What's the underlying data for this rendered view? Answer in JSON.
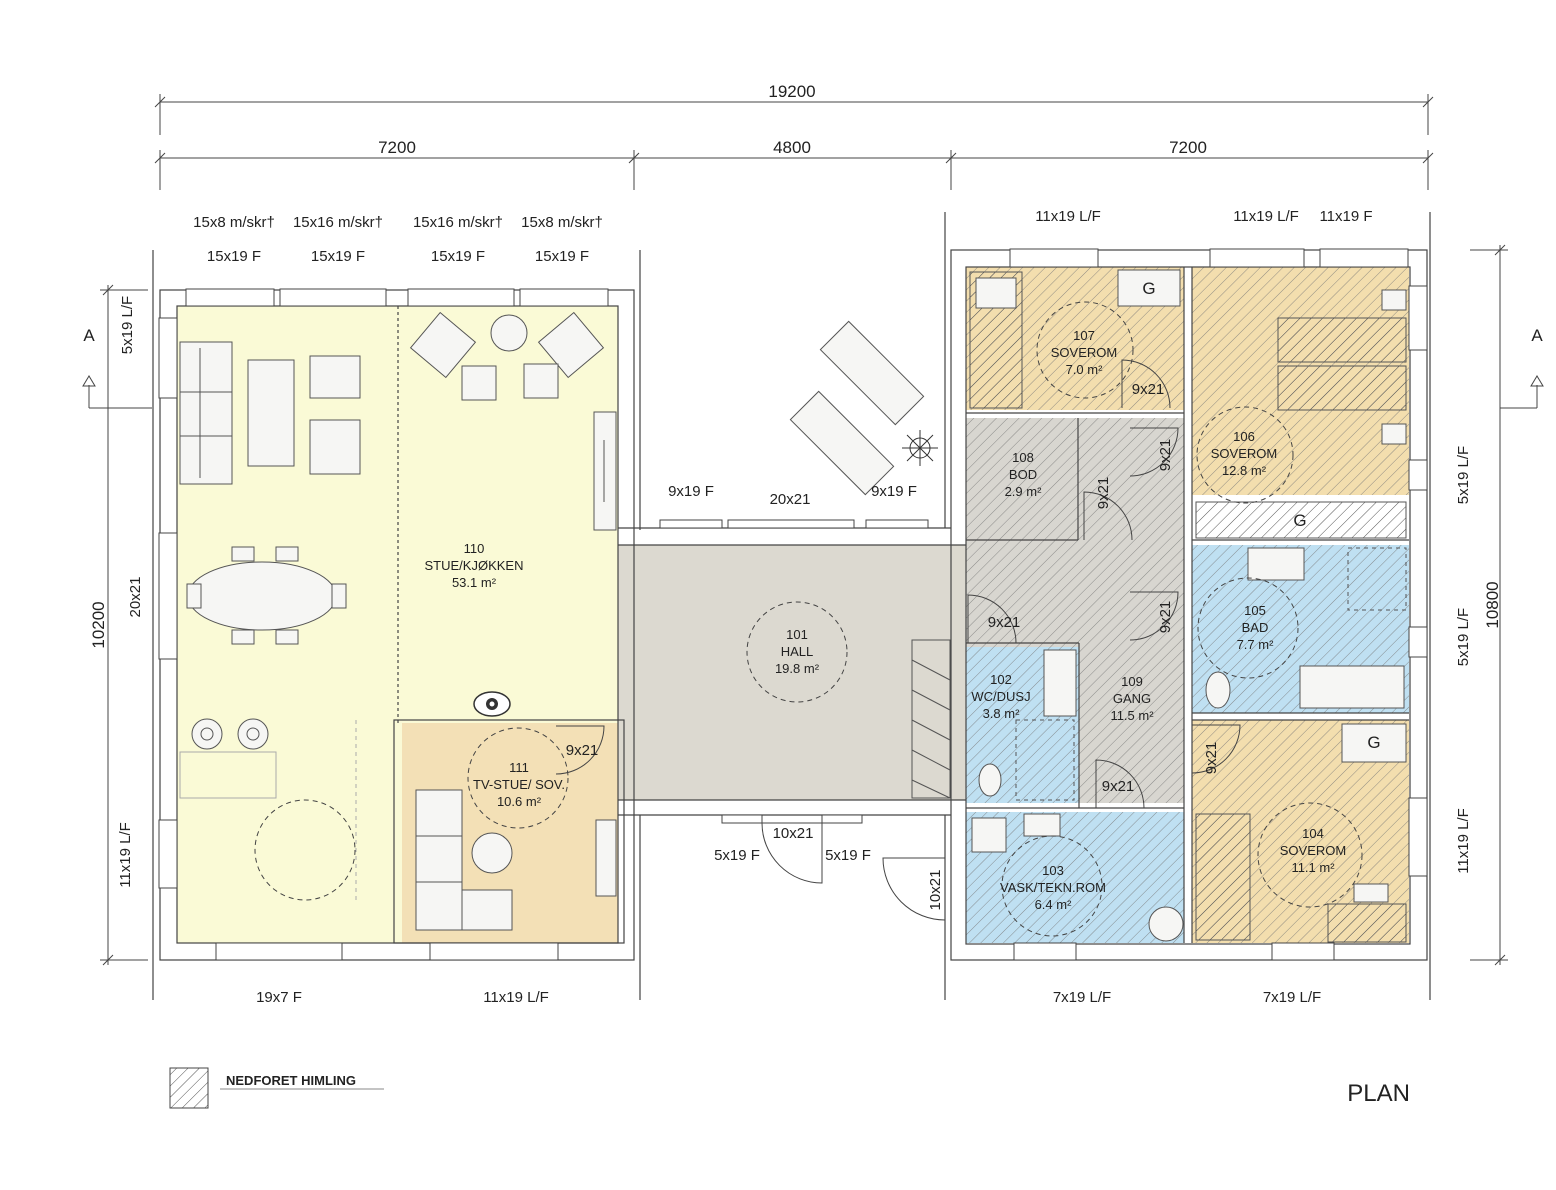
{
  "dimensions": {
    "total_width": "19200",
    "left_width": "7200",
    "middle_width": "4800",
    "right_width": "7200",
    "left_height": "10200",
    "right_height": "10800"
  },
  "section": {
    "left": "A",
    "right": "A"
  },
  "windows_top": {
    "skr_1": "15x8 m/skr†",
    "skr_2": "15x16 m/skr†",
    "skr_3": "15x16 m/skr†",
    "skr_4": "15x8 m/skr†",
    "f_1": "15x19 F",
    "f_2": "15x19 F",
    "f_3": "15x19 F",
    "f_4": "15x19 F",
    "r_1": "11x19 L/F",
    "r_2": "11x19 L/F",
    "r_3": "11x19 F"
  },
  "windows_side": {
    "left_top": "5x19 L/F",
    "left_door": "20x21",
    "left_bottom": "11x19 L/F",
    "right_1": "5x19 L/F",
    "right_2": "5x19 L/F",
    "right_3": "11x19 L/F"
  },
  "windows_bottom": {
    "b_1": "19x7 F",
    "b_2": "11x19 L/F",
    "b_3": "7x19 L/F",
    "b_4": "7x19 L/F"
  },
  "courtyard": {
    "win_left": "9x19 F",
    "door": "20x21",
    "win_right": "9x19 F",
    "entry_left": "5x19 F",
    "entry_door": "10x21",
    "entry_right": "5x19 F",
    "side_door": "10x21"
  },
  "doors": {
    "d_107": "9x21",
    "d_106": "9x21",
    "d_108": "9x21",
    "d_105": "9x21",
    "d_102": "9x21",
    "d_109": "9x21",
    "d_104": "9x21",
    "d_111": "9x21"
  },
  "rooms": [
    {
      "id": "r110",
      "number": "110",
      "name": "STUE/KJØKKEN",
      "area": "53.1 m²"
    },
    {
      "id": "r111",
      "number": "111",
      "name": "TV-STUE/ SOV.",
      "area": "10.6 m²"
    },
    {
      "id": "r101",
      "number": "101",
      "name": "HALL",
      "area": "19.8 m²"
    },
    {
      "id": "r107",
      "number": "107",
      "name": "SOVEROM",
      "area": "7.0 m²"
    },
    {
      "id": "r106",
      "number": "106",
      "name": "SOVEROM",
      "area": "12.8 m²"
    },
    {
      "id": "r108",
      "number": "108",
      "name": "BOD",
      "area": "2.9 m²"
    },
    {
      "id": "r105",
      "number": "105",
      "name": "BAD",
      "area": "7.7 m²"
    },
    {
      "id": "r102",
      "number": "102",
      "name": "WC/DUSJ",
      "area": "3.8 m²"
    },
    {
      "id": "r109",
      "number": "109",
      "name": "GANG",
      "area": "11.5 m²"
    },
    {
      "id": "r103",
      "number": "103",
      "name": "VASK/TEKN.ROM",
      "area": "6.4 m²"
    },
    {
      "id": "r104",
      "number": "104",
      "name": "SOVEROM",
      "area": "11.1 m²"
    }
  ],
  "wardrobes": {
    "g_107": "G",
    "g_106": "G",
    "g_104": "G"
  },
  "legend": {
    "label": "NEDFORET HIMLING"
  },
  "title": "PLAN",
  "colors": {
    "living": "#fafad6",
    "tv_room": "#f3e0b6",
    "hall": "#dcd9d0",
    "bedroom": "#f3deae",
    "wet_room": "#bfe0f2",
    "storage": "#dddddd",
    "lines": "#444444"
  }
}
